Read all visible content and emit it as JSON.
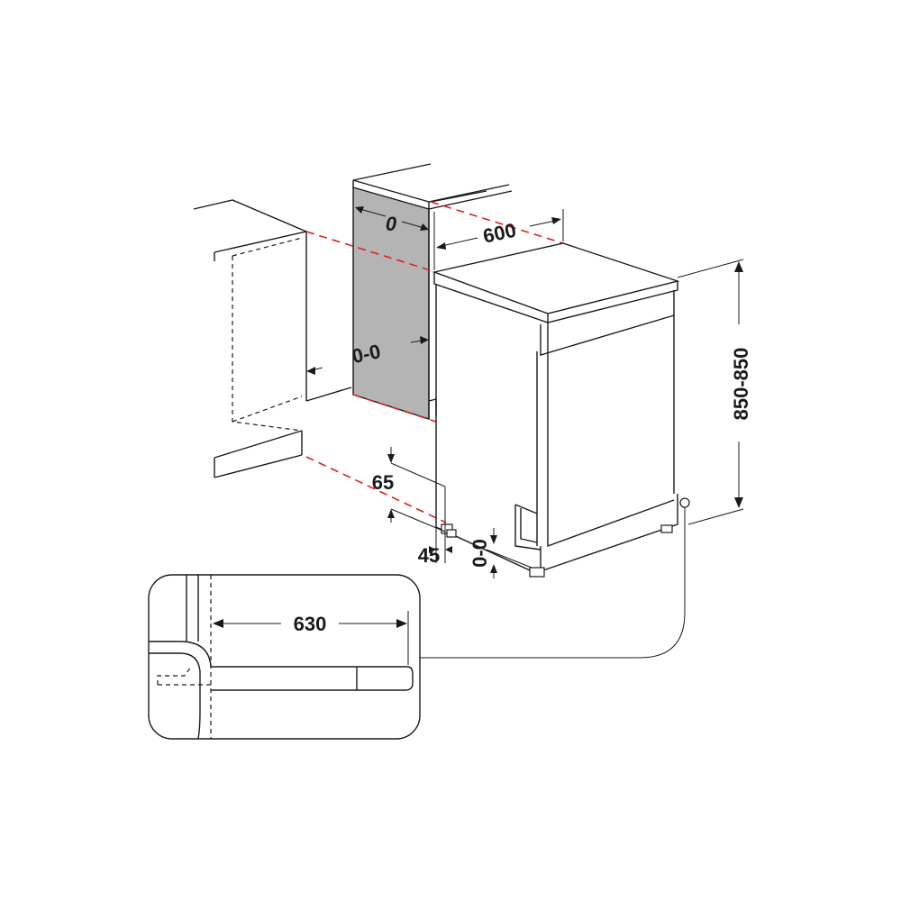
{
  "dimensions": {
    "niche_side_gap": "0",
    "width": "600",
    "rear_gap": "0-0",
    "height": "850-850",
    "plinth_height": "65",
    "plinth_depth": "45",
    "foot_adjust": "0-0",
    "depth_with_door": "630"
  },
  "colors": {
    "line": "#1a1a1a",
    "red_guide": "#e0201e",
    "side_panel": "#b4b4b4"
  }
}
